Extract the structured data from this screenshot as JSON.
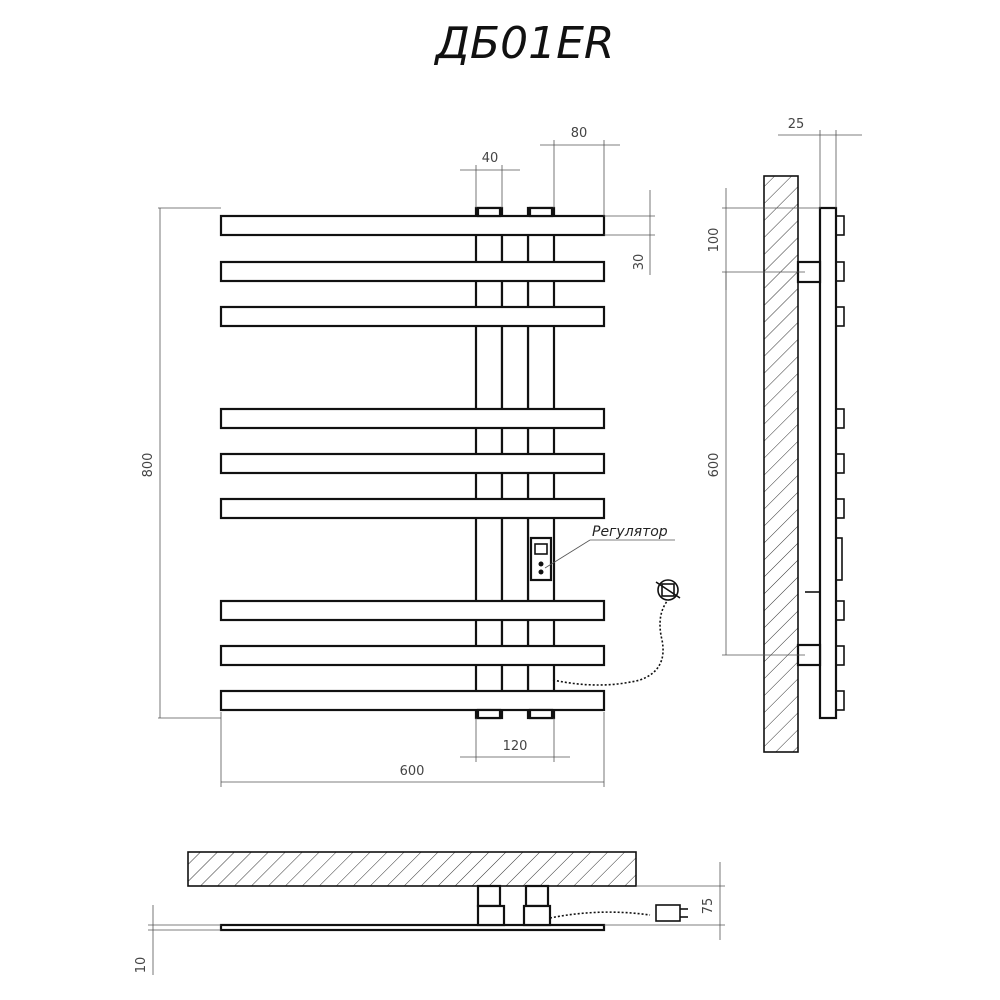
{
  "title": "ДБ01ER",
  "front_view": {
    "dim_width": "600",
    "dim_height": "800",
    "dim_collector_spacing": "120",
    "dim_pipe_width": "40",
    "dim_offset": "80",
    "dim_bar_height": "30",
    "regulator_label": "Регулятор"
  },
  "side_view": {
    "dim_depth": "25",
    "dim_top_offset": "100",
    "dim_mount_spacing": "600"
  },
  "bottom_view": {
    "dim_wall_distance": "75",
    "dim_panel_thickness": "10"
  }
}
